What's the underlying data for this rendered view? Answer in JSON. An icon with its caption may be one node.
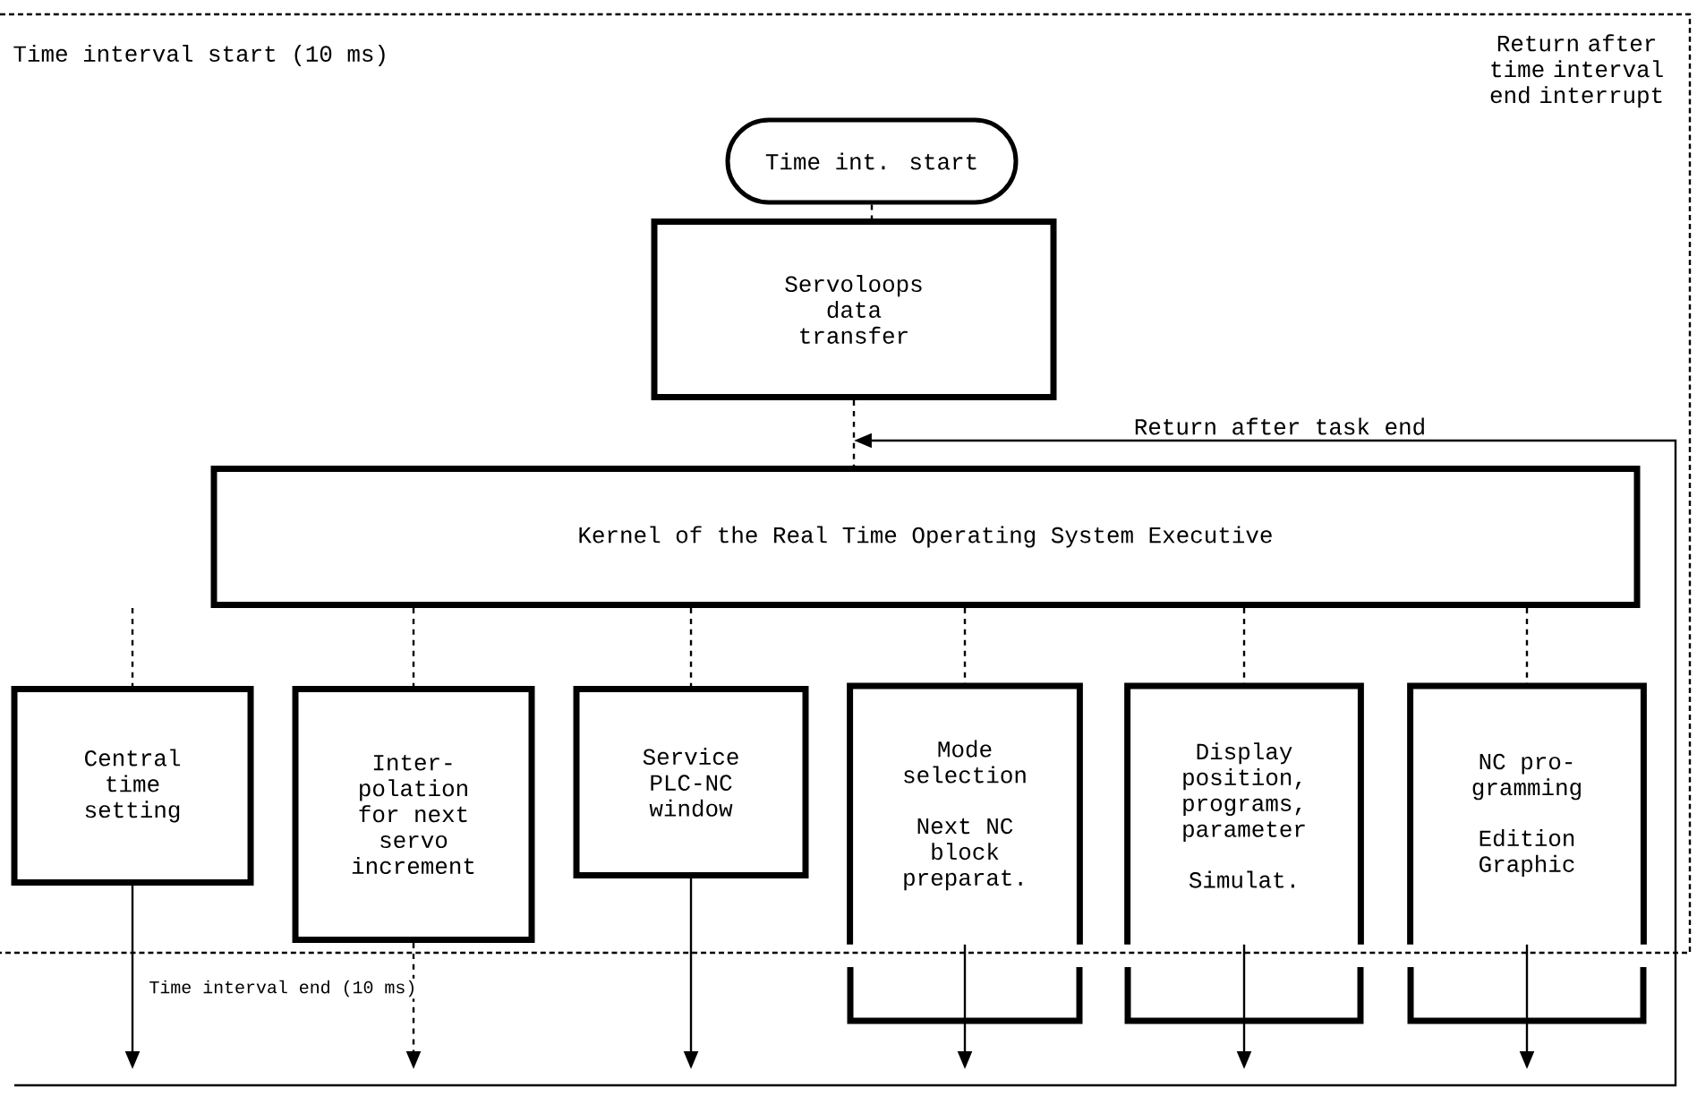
{
  "diagram": {
    "nodes": [
      {
        "text": [
          "Time int. start"
        ]
      },
      {
        "text": [
          "Servoloops data transfer"
        ]
      },
      {
        "text": [
          "Kernel of the Real Time Operating System Executive"
        ]
      },
      {
        "text": [
          "Central time setting"
        ]
      },
      {
        "text": [
          "Inter- polation for next servo increment"
        ]
      },
      {
        "text": [
          "Service PLC-NC window"
        ]
      },
      {
        "text": [
          "Mode selection",
          "Next NC block preparat."
        ]
      },
      {
        "text": [
          "Display position, programs, parameter",
          "Simulat."
        ]
      },
      {
        "text": [
          "NC pro- gramming",
          "Edition Graphic"
        ]
      }
    ],
    "edges": [
      {
        "from": 0,
        "to": 1,
        "arrow": "none",
        "style": "dashed"
      },
      {
        "from": 1,
        "to": 2,
        "arrow": "none",
        "style": "dashed"
      },
      {
        "from": 2,
        "to": 3,
        "arrow": "none",
        "style": "dashed"
      },
      {
        "from": 2,
        "to": 4,
        "arrow": "none",
        "style": "dashed"
      },
      {
        "from": 2,
        "to": 5,
        "arrow": "none",
        "style": "dashed"
      },
      {
        "from": 2,
        "to": 6,
        "arrow": "none",
        "style": "dashed"
      },
      {
        "from": 2,
        "to": 7,
        "arrow": "none",
        "style": "dashed"
      },
      {
        "from": 2,
        "to": 8,
        "arrow": "none",
        "style": "dashed"
      },
      {
        "from": 3,
        "to": null,
        "arrow": "to"
      },
      {
        "from": 4,
        "to": null,
        "arrow": "to",
        "style": "dashed"
      },
      {
        "from": 5,
        "to": null,
        "arrow": "to"
      },
      {
        "from": 6,
        "to": null,
        "arrow": "to"
      },
      {
        "from": 7,
        "to": null,
        "arrow": "to"
      },
      {
        "from": 8,
        "to": null,
        "arrow": "to"
      },
      {
        "from": null,
        "to": 2,
        "arrow": "to",
        "label": "Return after task end"
      }
    ],
    "labels": [
      "Time interval start (10 ms)",
      "Return after time interval end interrupt",
      "Time interval end (10 ms)"
    ]
  }
}
